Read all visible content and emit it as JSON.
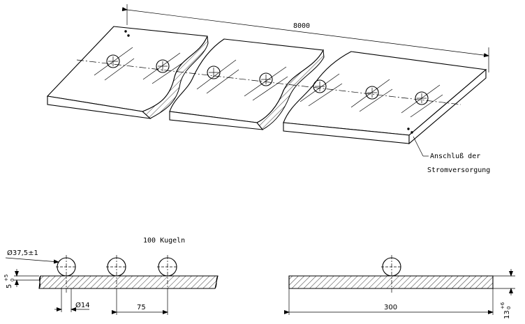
{
  "labels": {
    "total_length": "8000",
    "connection_line1": "Anschluß der",
    "connection_line2": "Stromversorgung",
    "ball_count": "100 Kugeln",
    "ball_diameter": "Ø37,5±1",
    "hole_diameter": "Ø14",
    "ball_pitch": "75",
    "plate_width": "300",
    "plate_thickness": "13",
    "plate_thickness_tol_upper": "+6",
    "plate_thickness_tol_lower": "0",
    "ball_recess": "5",
    "ball_recess_tol_upper": "+5",
    "ball_recess_tol_lower": "0"
  }
}
